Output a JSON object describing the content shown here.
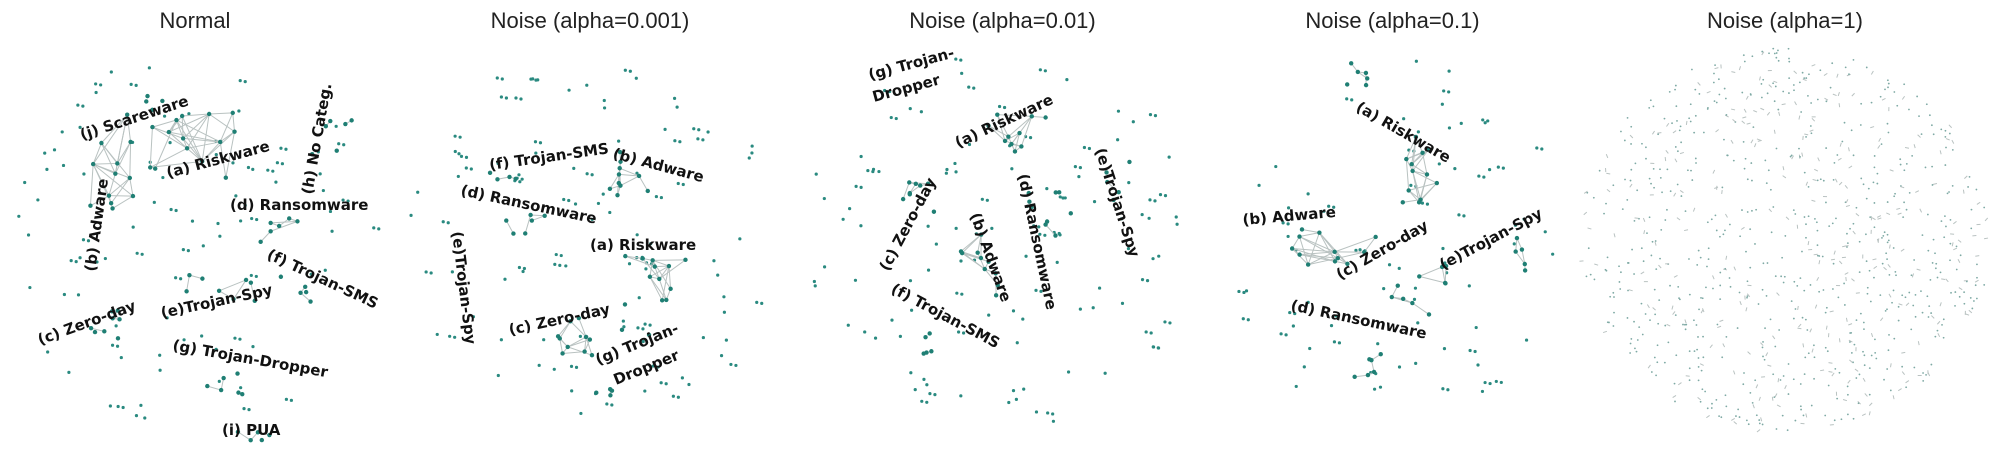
{
  "panels": [
    {
      "title": "Normal",
      "labels": [
        "(j) Scareware",
        "(h) No Categ.",
        "(a) Riskware",
        "(b) Adware",
        "(d) Ransomware",
        "(f) Trojan-SMS",
        "(e)Trojan-Spy",
        "(c) Zero-day",
        "(g) Trojan-Dropper",
        "(i) PUA"
      ]
    },
    {
      "title": "Noise (alpha=0.001)",
      "labels": [
        "(f) Trojan-SMS",
        "(b) Adware",
        "(d) Ransomware",
        "(a) Riskware",
        "(e)Trojan-Spy",
        "(c) Zero-day",
        "(g) Trojan-",
        "Dropper"
      ]
    },
    {
      "title": "Noise (alpha=0.01)",
      "labels": [
        "(g) Trojan-",
        "Dropper",
        "(a) Riskware",
        "(e)Trojan-Spy",
        "(c) Zero-day",
        "(d) Ransomware",
        "(b) Adware",
        "(f) Trojan-SMS"
      ]
    },
    {
      "title": "Noise (alpha=0.1)",
      "labels": [
        "(a) Riskware",
        "(b) Adware",
        "(c) Zero-day",
        "(e)Trojan-Spy",
        "(d) Ransomware"
      ]
    },
    {
      "title": "Noise (alpha=1)",
      "labels": []
    }
  ]
}
